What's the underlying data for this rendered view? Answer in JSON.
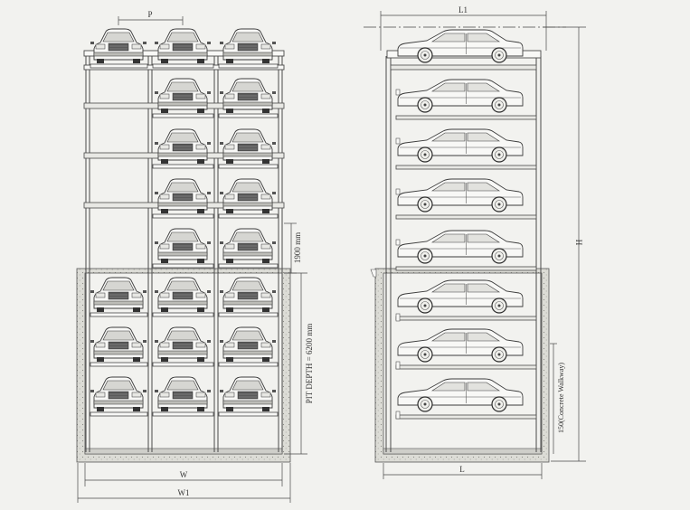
{
  "front_view": {
    "label_p": "P",
    "label_height_step": "1900 mm",
    "label_pit_depth": "PIT DEPTH = 6200 mm",
    "label_w": "W",
    "label_w1": "W1"
  },
  "side_view": {
    "label_l1": "L1",
    "label_h": "H",
    "label_l": "L",
    "label_walkway": "150(Concrete Walkway)"
  },
  "colors": {
    "background": "#f2f2ef",
    "line": "#4a4a4a",
    "light_line": "#8a8a8a",
    "concrete": "#dcdcd6"
  }
}
